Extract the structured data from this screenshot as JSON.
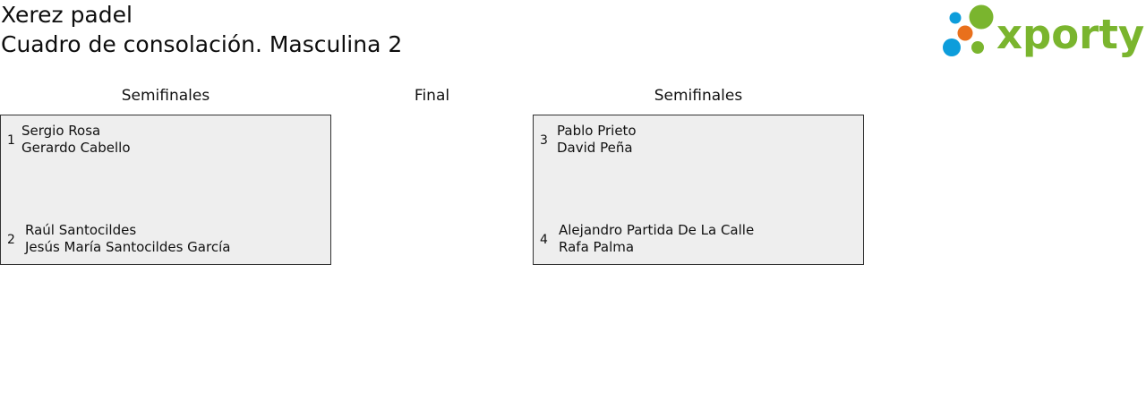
{
  "header": {
    "club_name": "Xerez padel",
    "draw_name": "Cuadro de consolación. Masculina 2"
  },
  "logo": {
    "text": "xporty",
    "colors": {
      "green": "#7ab52e",
      "blue": "#0d9ddb",
      "orange": "#e9701c"
    }
  },
  "rounds": {
    "semi_left": "Semifinales",
    "final": "Final",
    "semi_right": "Semifinales"
  },
  "matches": [
    {
      "top": {
        "seed": "1",
        "players": [
          "Sergio Rosa",
          "Gerardo Cabello"
        ]
      },
      "bottom": {
        "seed": "2",
        "players": [
          "Raúl Santocildes",
          "Jesús María Santocildes García"
        ]
      }
    },
    {
      "top": {
        "seed": "3",
        "players": [
          "Pablo Prieto",
          "David Peña"
        ]
      },
      "bottom": {
        "seed": "4",
        "players": [
          "Alejandro Partida De La Calle",
          "Rafa Palma"
        ]
      }
    }
  ],
  "colors": {
    "box_background": "#eeeeee",
    "box_border": "#333333"
  }
}
